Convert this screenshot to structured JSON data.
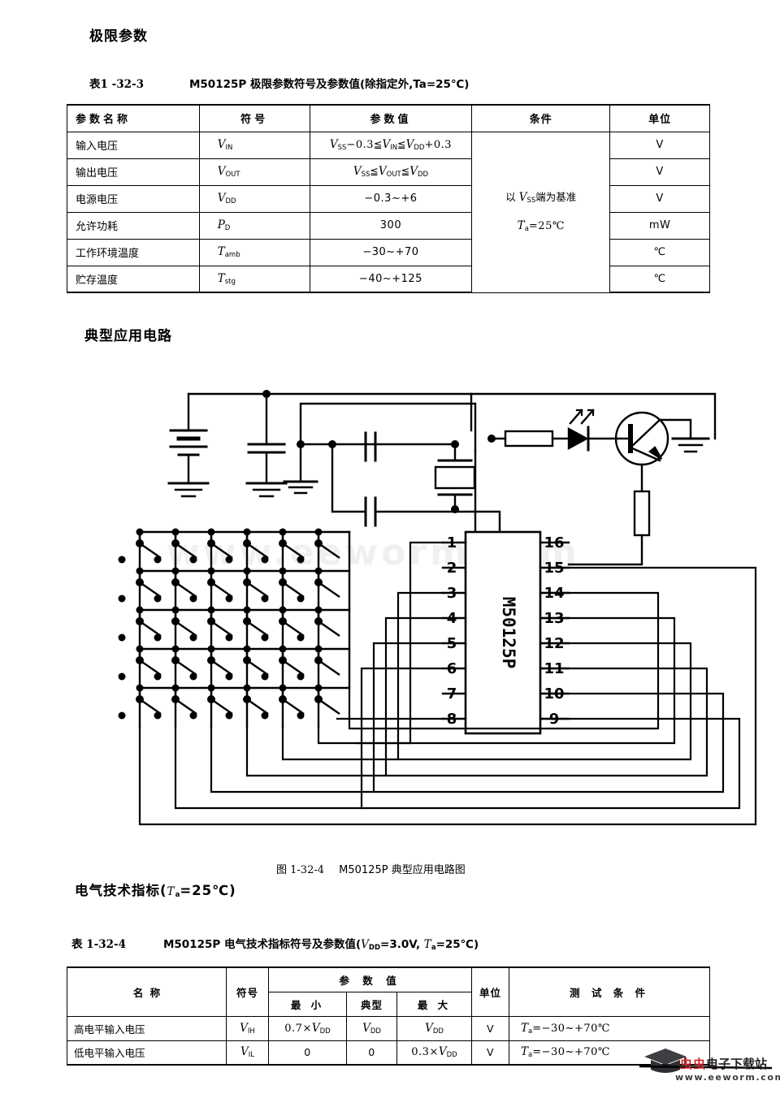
{
  "headings": {
    "limits": "极限参数",
    "circuit": "典型应用电路",
    "electrical_prefix": "电气技术指标(",
    "electrical_symbol": "T",
    "electrical_sub": "a",
    "electrical_suffix": "=25℃)"
  },
  "table_limits": {
    "caption_no": "表1 -32-3",
    "caption_title": "M50125P 极限参数符号及参数值(除指定外,Ta=25℃)",
    "columns": [
      "参数名称",
      "符号",
      "参数值",
      "条件",
      "单位"
    ],
    "rows": [
      {
        "name": "输入电压",
        "sym": "V",
        "sym_sub": "IN",
        "value": "VSS-0.3≤VIN≤VDD+0.3",
        "unit": "V"
      },
      {
        "name": "输出电压",
        "sym": "V",
        "sym_sub": "OUT",
        "value": "VSS≤VOUT≤VDD",
        "unit": "V"
      },
      {
        "name": "电源电压",
        "sym": "V",
        "sym_sub": "DD",
        "value": "-0.3~+6",
        "unit": "V"
      },
      {
        "name": "允许功耗",
        "sym": "P",
        "sym_sub": "D",
        "value": "300",
        "unit": "mW"
      },
      {
        "name": "工作环境温度",
        "sym": "T",
        "sym_sub": "amb",
        "value": "-30~+70",
        "unit": "℃"
      },
      {
        "name": "贮存温度",
        "sym": "T",
        "sym_sub": "stg",
        "value": "-40~+125",
        "unit": "℃"
      }
    ],
    "condition_line1_prefix": "以 ",
    "condition_line1_sym": "V",
    "condition_line1_sub": "SS",
    "condition_line1_suffix": "端为基准",
    "condition_line2_sym": "T",
    "condition_line2_sub": "a",
    "condition_line2_value": "=25℃"
  },
  "figure": {
    "caption_no": "图 1-32-4",
    "caption_title": "M50125P 典型应用电路图",
    "ic_label": "M50125P",
    "pins_left": [
      "1",
      "2",
      "3",
      "4",
      "5",
      "6",
      "7",
      "8"
    ],
    "pins_right": [
      "16",
      "15",
      "14",
      "13",
      "12",
      "11",
      "10",
      "9"
    ],
    "keypad_rows": 5,
    "keypad_cols": 6,
    "components": [
      "battery",
      "capacitor",
      "ground",
      "crystal",
      "resistor",
      "led",
      "transistor-npn"
    ]
  },
  "table_elec": {
    "caption_no": "表 1-32-4",
    "caption_title": "M50125P 电气技术指标符号及参数值(VDD=3.0V, Ta=25℃)",
    "col_name": "名        称",
    "col_symbol": "符号",
    "col_values_group": "参  数  值",
    "col_min": "最    小",
    "col_typ": "典型",
    "col_max": "最    大",
    "col_unit": "单位",
    "col_condition": "测 试 条 件",
    "rows": [
      {
        "name": "高电平输入电压",
        "sym": "V",
        "sym_sub": "IH",
        "min": "0.7×VDD",
        "typ": "VDD",
        "max": "VDD",
        "unit": "V",
        "condition": "Ta=-30~+70℃"
      },
      {
        "name": "低电平输入电压",
        "sym": "V",
        "sym_sub": "IL",
        "min": "0",
        "typ": "0",
        "max": "0.3×VDD",
        "unit": "V",
        "condition": "Ta=-30~+70℃"
      }
    ]
  },
  "watermark": {
    "bug": "虫虫",
    "text": "电子下载站",
    "url": "www.eeworm.com",
    "ghost": "www.eeworm.com",
    "color_red": "#d0262c",
    "color_dark": "#231f20"
  }
}
